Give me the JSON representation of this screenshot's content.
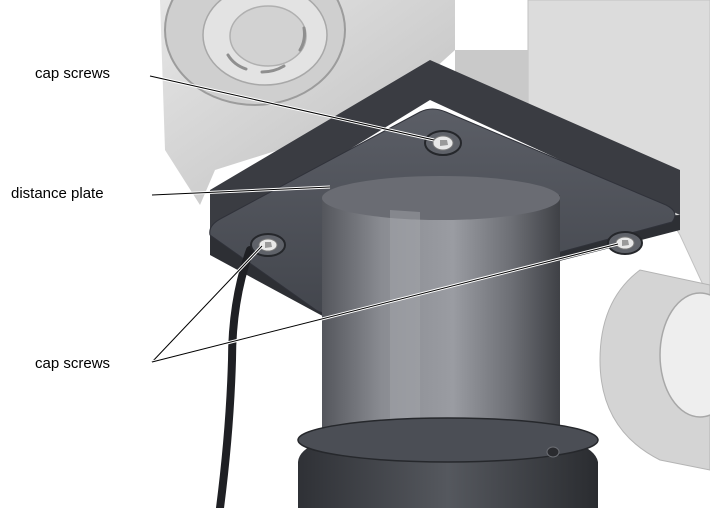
{
  "callouts": {
    "cap_screws_top": "cap screws",
    "distance_plate": "distance plate",
    "cap_screws_bottom": "cap screws"
  },
  "colors": {
    "background": "#ffffff",
    "housing_light": "#d6d6d6",
    "housing_mid": "#bdbdbd",
    "plate_dark": "#4a4d55",
    "plate_shadow": "#2f3137",
    "column": "#6f7178",
    "leader_line": "#000000"
  }
}
